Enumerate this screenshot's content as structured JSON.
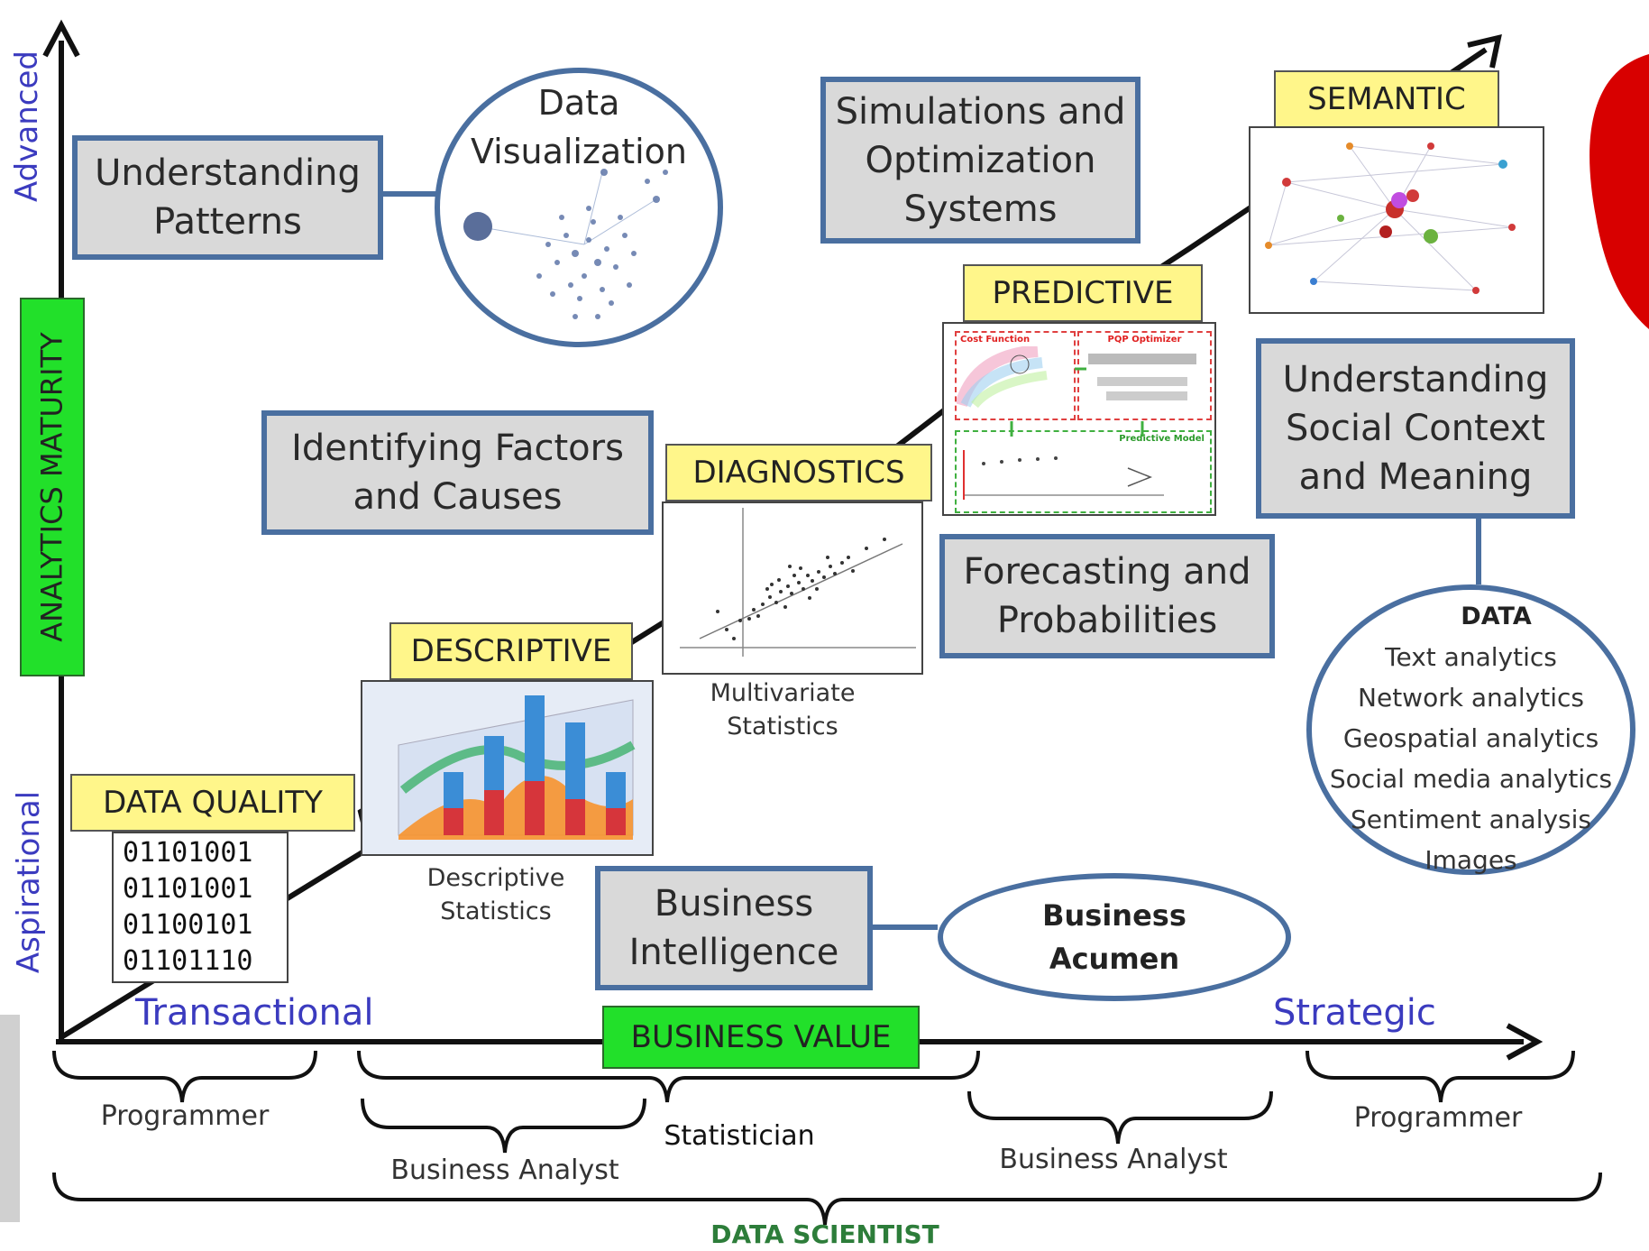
{
  "axes": {
    "y_top": "Advanced",
    "y_bottom": "Aspirational",
    "y_title": "ANALYTICS MATURITY",
    "x_left": "Transactional",
    "x_right": "Strategic",
    "x_title": "BUSINESS VALUE"
  },
  "stages": {
    "data_quality": "DATA QUALITY",
    "descriptive": "DESCRIPTIVE",
    "diagnostics": "DIAGNOSTICS",
    "predictive": "PREDICTIVE",
    "semantic": "SEMANTIC"
  },
  "binary": [
    "01101001",
    "01101001",
    "01100101",
    "01101110"
  ],
  "captions": {
    "descriptive_stats": "Descriptive\nStatistics",
    "multivariate_stats": "Multivariate\nStatistics"
  },
  "predictive_panel": {
    "cost_function": "Cost Function",
    "pqp_optimizer": "PQP Optimizer",
    "predictive_model": "Predictive Model"
  },
  "boxes": {
    "understanding_patterns": "Understanding\nPatterns",
    "simulations": "Simulations and\nOptimization\nSystems",
    "identifying_factors": "Identifying Factors\nand Causes",
    "forecasting": "Forecasting and\nProbabilities",
    "social_context": "Understanding\nSocial Context\nand Meaning",
    "business_intelligence": "Business\nIntelligence"
  },
  "circles": {
    "data_visualization": "Data\nVisualization",
    "business_acumen": "Business\nAcumen",
    "data_title": "DATA",
    "data_items": [
      "Text analytics",
      "Network analytics",
      "Geospatial analytics",
      "Social media analytics",
      "Sentiment analysis",
      "Images"
    ]
  },
  "roles": {
    "programmer_left": "Programmer",
    "business_analyst_left": "Business Analyst",
    "statistician": "Statistician",
    "business_analyst_right": "Business Analyst",
    "programmer_right": "Programmer",
    "data_scientist": "DATA SCIENTIST"
  },
  "colors": {
    "box_border": "#4a6fa0",
    "box_fill": "#d9d9d9",
    "stage_fill": "#fff68a",
    "green": "#22e02a",
    "axis_blue": "#3b3bbf",
    "data_scientist": "#2d7d3a",
    "red_shape": "#d80000"
  }
}
